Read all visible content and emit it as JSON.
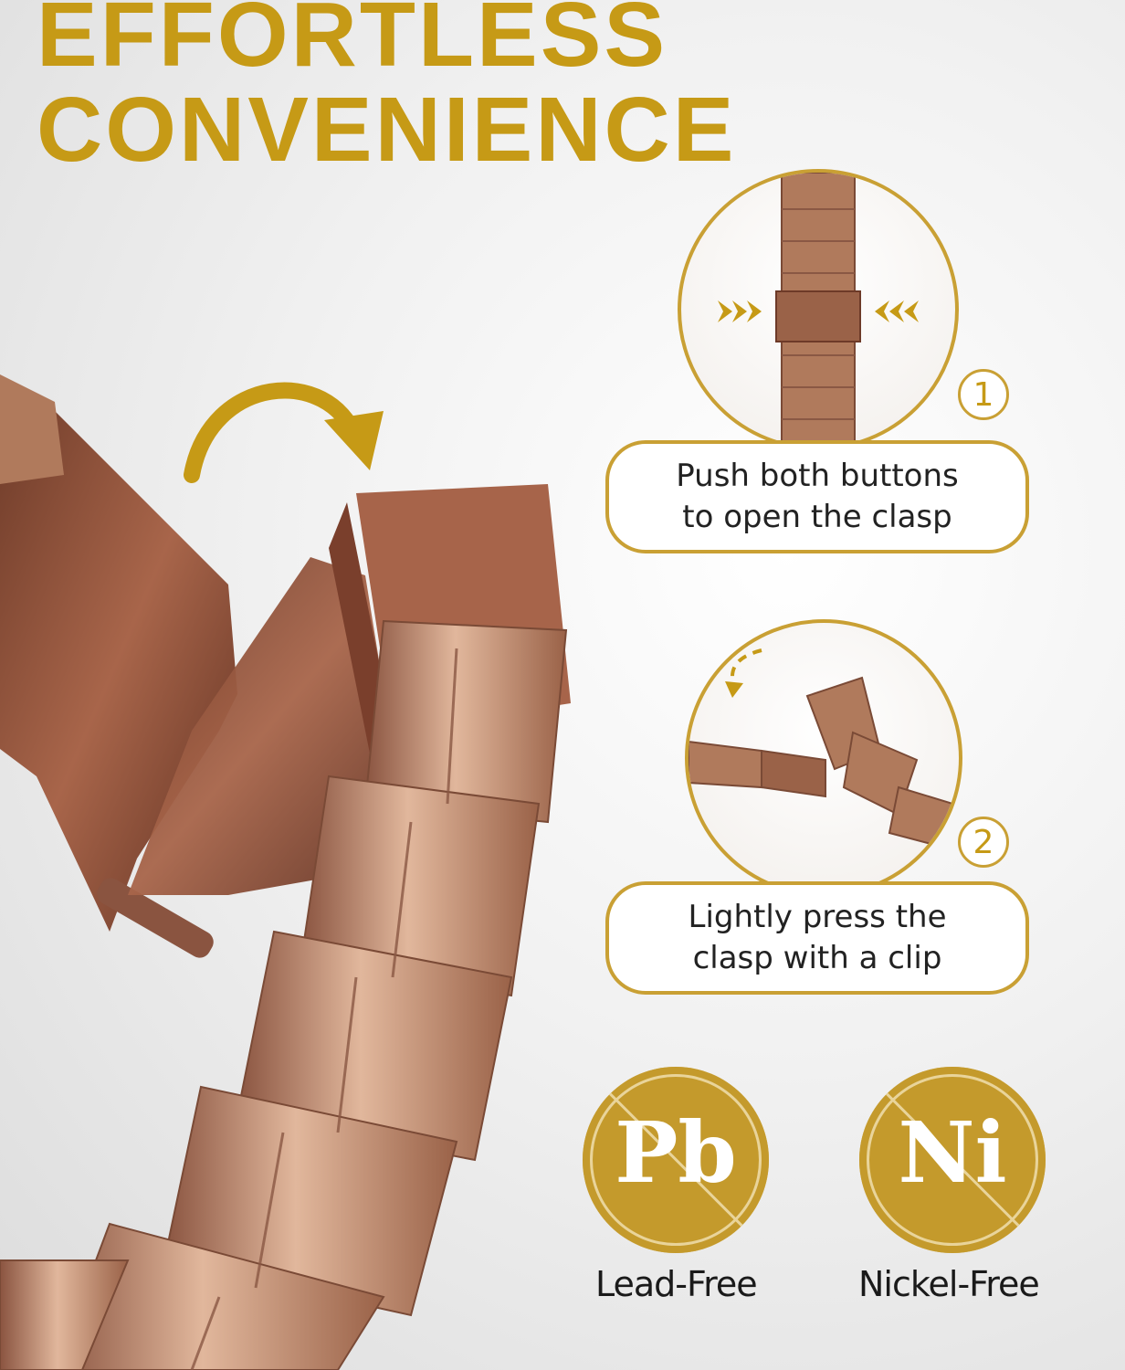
{
  "headline": {
    "line1": "EFFORTLESS",
    "line2": "CONVENIENCE"
  },
  "steps": [
    {
      "number": "1",
      "text": "Push both buttons\nto open the clasp"
    },
    {
      "number": "2",
      "text": "Lightly press the\nclasp with a clip"
    }
  ],
  "badges": [
    {
      "symbol": "Pb",
      "label": "Lead-Free"
    },
    {
      "symbol": "Ni",
      "label": "Nickel-Free"
    }
  ],
  "colors": {
    "gold": "#c69a16",
    "copper": "#b07a5c",
    "copper_dark": "#7a4a36"
  }
}
